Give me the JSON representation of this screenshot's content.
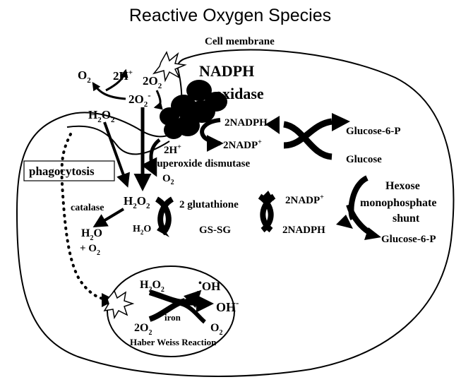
{
  "title": "Reactive Oxygen Species",
  "labels": {
    "cell_membrane": "Cell membrane",
    "nadph": "NADPH",
    "oxidase": "oxidase",
    "o2_top": "O",
    "two_h_plus": "2H",
    "two_o2": "2O",
    "two_o2_minus": "2O",
    "h2o2_upper": "H",
    "two_nadph": "2NADPH",
    "two_nadp_plus": "2NADP",
    "glucose6p_top": "Glucose-6-P",
    "glucose": "Glucose",
    "sod_2h": "2H",
    "superoxide_dismutase": "Superoxide dismutase",
    "sod_o2": "O",
    "phagocytosis": "phagocytosis",
    "catalase": "catalase",
    "h2o2_center": "H",
    "two_glutathione": "2 glutathione",
    "gs_sg": "GS-SG",
    "two_nadp_plus_mid": "2NADP",
    "two_nadph_mid": "2NADPH",
    "hexose": "Hexose",
    "monophosphate": "monophosphate",
    "shunt": "shunt",
    "glucose6p_bottom": "Glucose-6-P",
    "h2o_left": "H",
    "plus_o2": "+ O",
    "h2o_mid": "H",
    "hw_h2o2": "H",
    "hw_oh_radical": "OH",
    "hw_oh_minus": "OH",
    "hw_iron": "iron",
    "hw_2o2": "2O",
    "hw_o2": "O",
    "haber_weiss": "Haber Weiss Reaction"
  },
  "colors": {
    "ink": "#000000",
    "paper": "#ffffff"
  }
}
